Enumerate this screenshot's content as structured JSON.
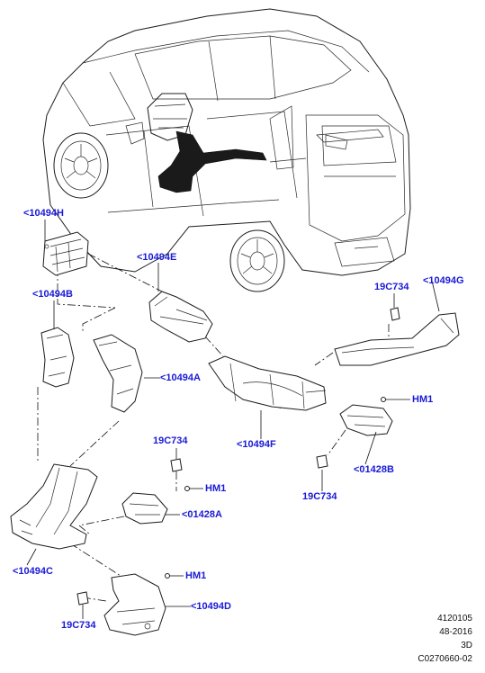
{
  "callouts": {
    "h10494H": "<10494H",
    "h10494B": "<10494B",
    "h10494E": "<10494E",
    "h10494A": "<10494A",
    "h10494F": "<10494F",
    "h10494G": "<10494G",
    "c19C734_top": "19C734",
    "hm1_right": "HM1",
    "c01428B": "<01428B",
    "c19C734_right": "19C734",
    "c19C734_mid": "19C734",
    "hm1_mid": "HM1",
    "c01428A": "<01428A",
    "h10494C": "<10494C",
    "hm1_bottom": "HM1",
    "h10494D": "<10494D",
    "c19C734_bottom": "19C734"
  },
  "footer": {
    "line1": "4120105",
    "line2": "48-2016",
    "line3": "3D",
    "line4": "C0270660-02"
  },
  "colors": {
    "callout": "#1a1ad6",
    "linework": "#1c1c1c",
    "background": "#ffffff"
  }
}
